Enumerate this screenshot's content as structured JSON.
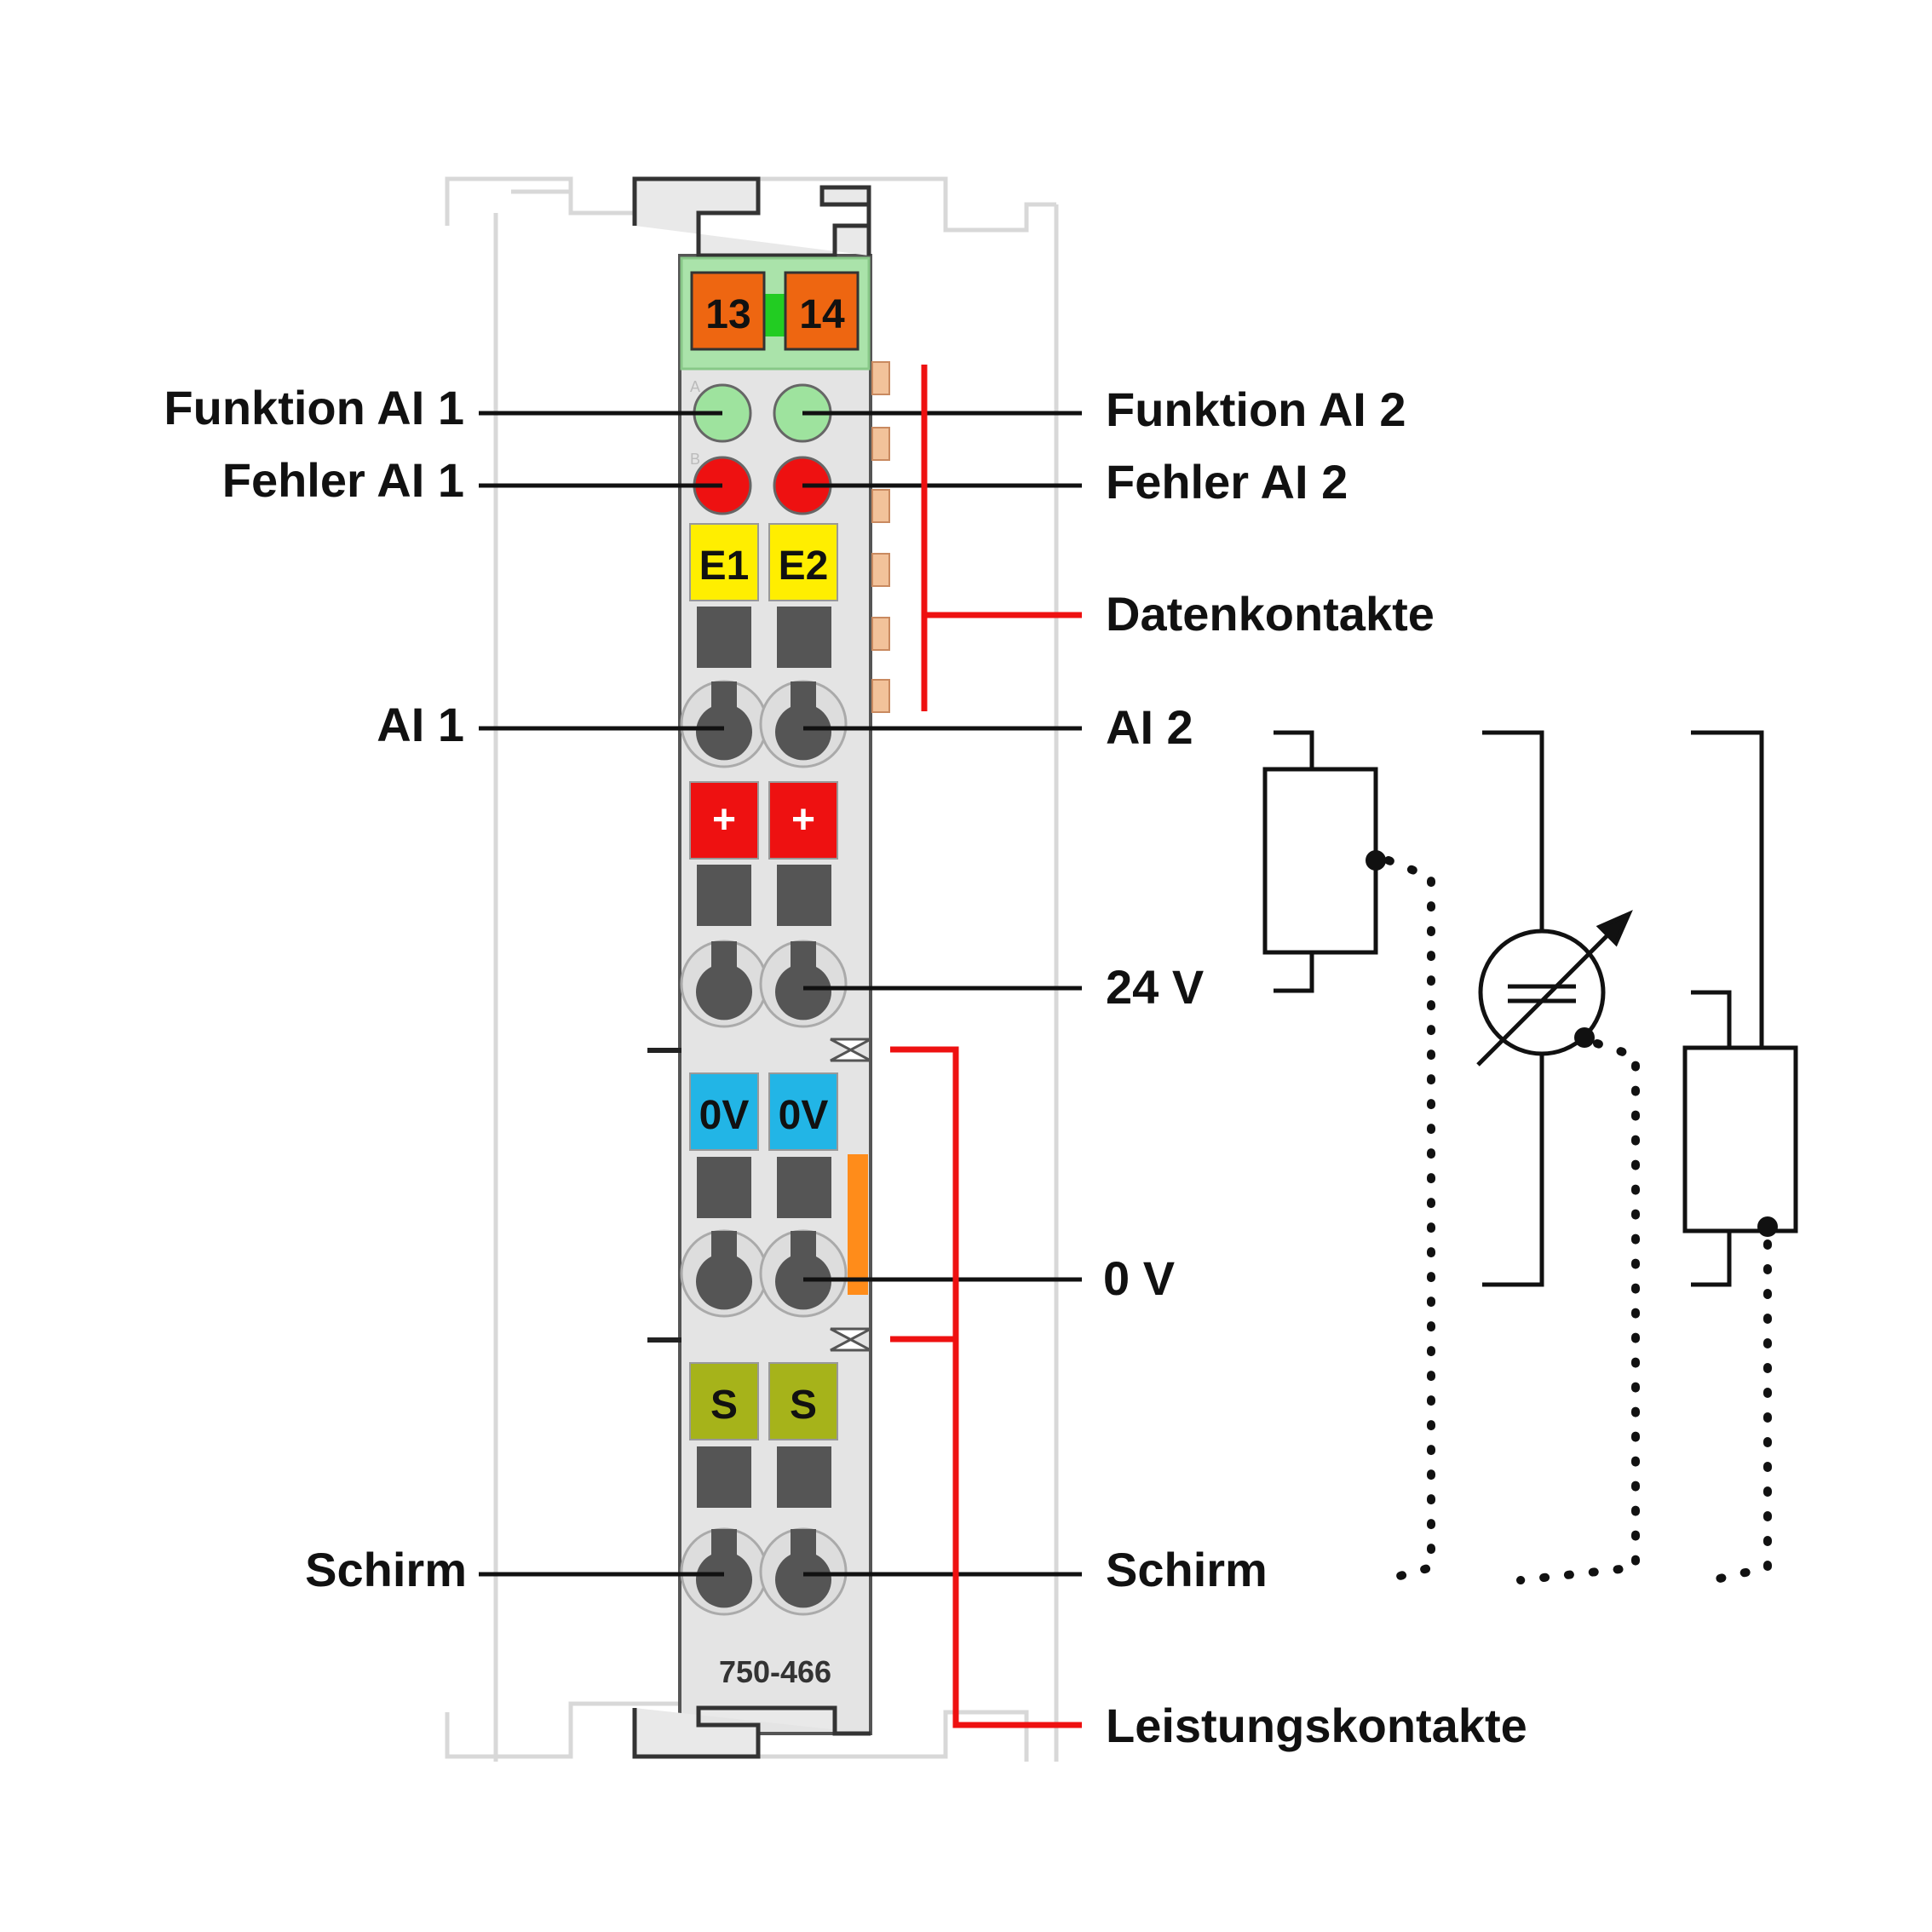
{
  "module": {
    "part_number": "750-466",
    "terminal_numbers": [
      "13",
      "14"
    ],
    "led_rows": [
      "A",
      "B"
    ]
  },
  "contacts": {
    "e1": "E1",
    "e2": "E2",
    "plus": "+",
    "zero_v": "0V",
    "shield": "S"
  },
  "labels": {
    "funktion_ai1": "Funktion AI 1",
    "fehler_ai1": "Fehler AI 1",
    "ai1": "AI 1",
    "schirm_left": "Schirm",
    "funktion_ai2": "Funktion AI 2",
    "fehler_ai2": "Fehler AI 2",
    "datenkontakte": "Datenkontakte",
    "ai2": "AI 2",
    "v24": "24 V",
    "v0": "0 V",
    "schirm_right": "Schirm",
    "leistungskontakte": "Leistungskontakte"
  },
  "colors": {
    "led_function": "#9ee39e",
    "led_error": "#ee1111",
    "contact_e": "#ffee00",
    "contact_plus": "#ee1111",
    "contact_0v": "#22b5e6",
    "contact_shield": "#a6b31a",
    "terminal_orange": "#ee6611",
    "header_green": "#aae3aa",
    "bracket_red": "#ee1111"
  }
}
